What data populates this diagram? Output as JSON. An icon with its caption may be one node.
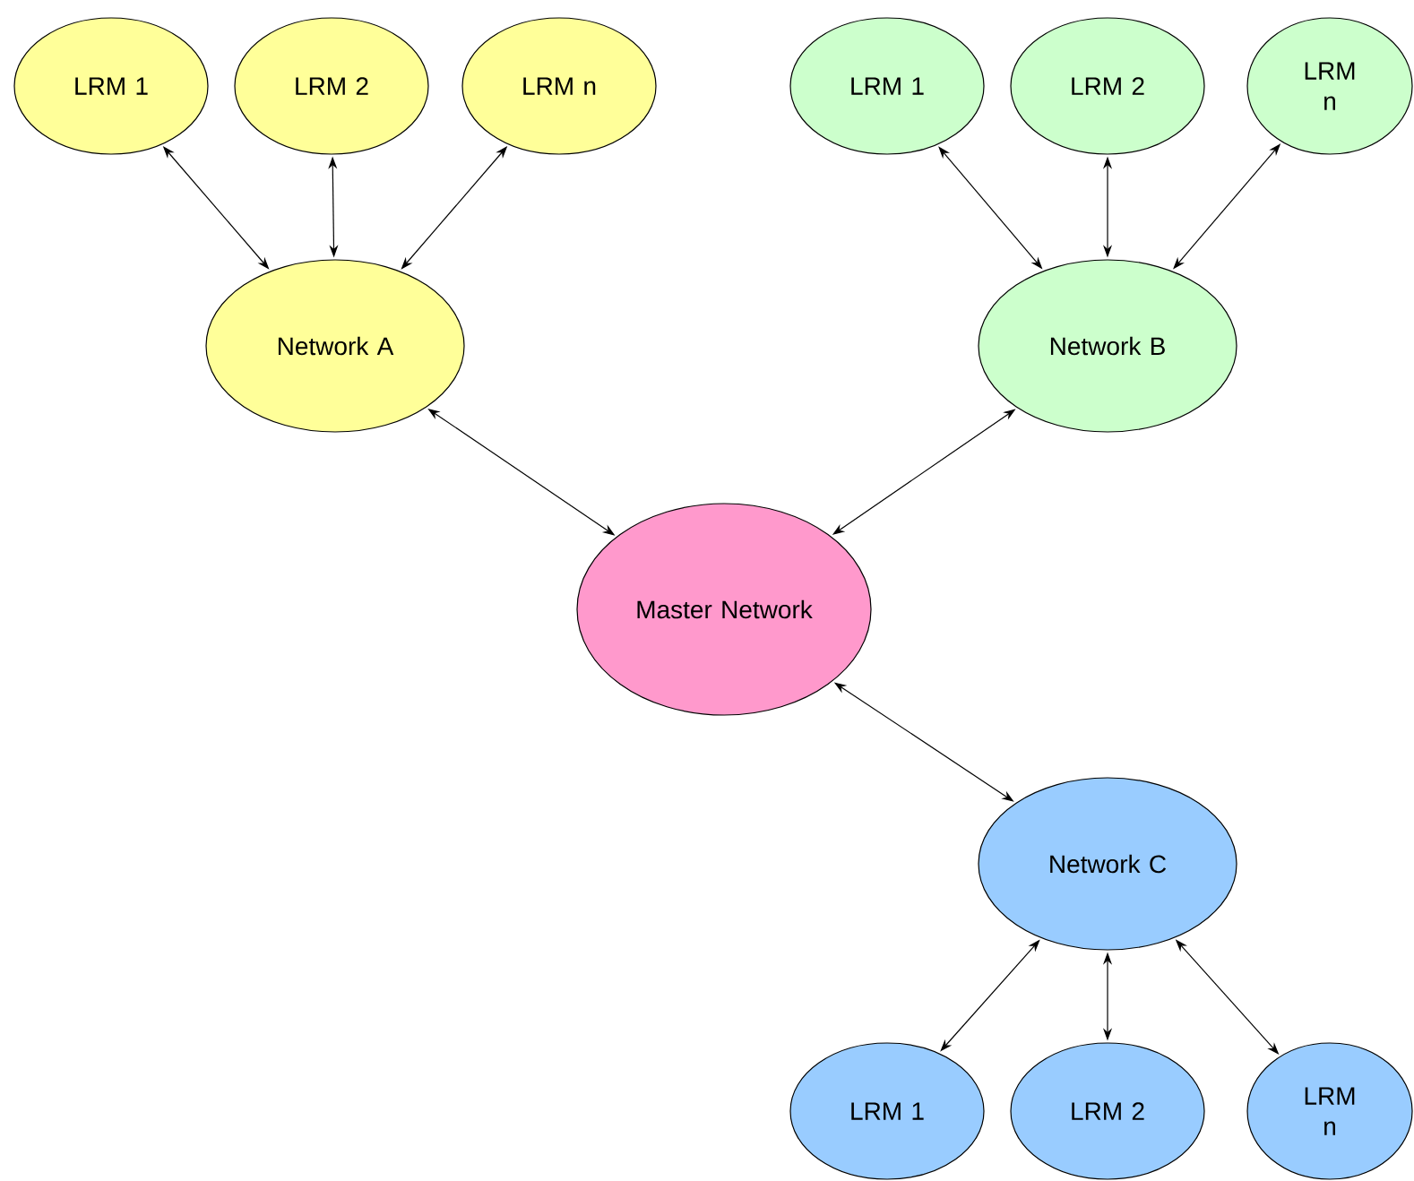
{
  "diagram": {
    "nodes": [
      {
        "text": [
          "LRM 1"
        ]
      },
      {
        "text": [
          "LRM 2"
        ]
      },
      {
        "text": [
          "LRM n"
        ]
      },
      {
        "text": [
          "LRM 1"
        ]
      },
      {
        "text": [
          "LRM 2"
        ]
      },
      {
        "text": [
          "LRM n"
        ]
      },
      {
        "text": [
          "Network A"
        ]
      },
      {
        "text": [
          "Network B"
        ]
      },
      {
        "text": [
          "Master Network"
        ]
      },
      {
        "text": [
          "Network C"
        ]
      },
      {
        "text": [
          "LRM 1"
        ]
      },
      {
        "text": [
          "LRM 2"
        ]
      },
      {
        "text": [
          "LRM n"
        ]
      }
    ],
    "edges": [
      {
        "from": 6,
        "to": 0,
        "arrow": "both"
      },
      {
        "from": 6,
        "to": 1,
        "arrow": "both"
      },
      {
        "from": 6,
        "to": 2,
        "arrow": "both"
      },
      {
        "from": 7,
        "to": 3,
        "arrow": "both"
      },
      {
        "from": 7,
        "to": 4,
        "arrow": "both"
      },
      {
        "from": 7,
        "to": 5,
        "arrow": "both"
      },
      {
        "from": 8,
        "to": 6,
        "arrow": "both"
      },
      {
        "from": 8,
        "to": 7,
        "arrow": "both"
      },
      {
        "from": 8,
        "to": 9,
        "arrow": "both"
      },
      {
        "from": 9,
        "to": 10,
        "arrow": "both"
      },
      {
        "from": 9,
        "to": 11,
        "arrow": "both"
      },
      {
        "from": 9,
        "to": 12,
        "arrow": "both"
      }
    ]
  }
}
